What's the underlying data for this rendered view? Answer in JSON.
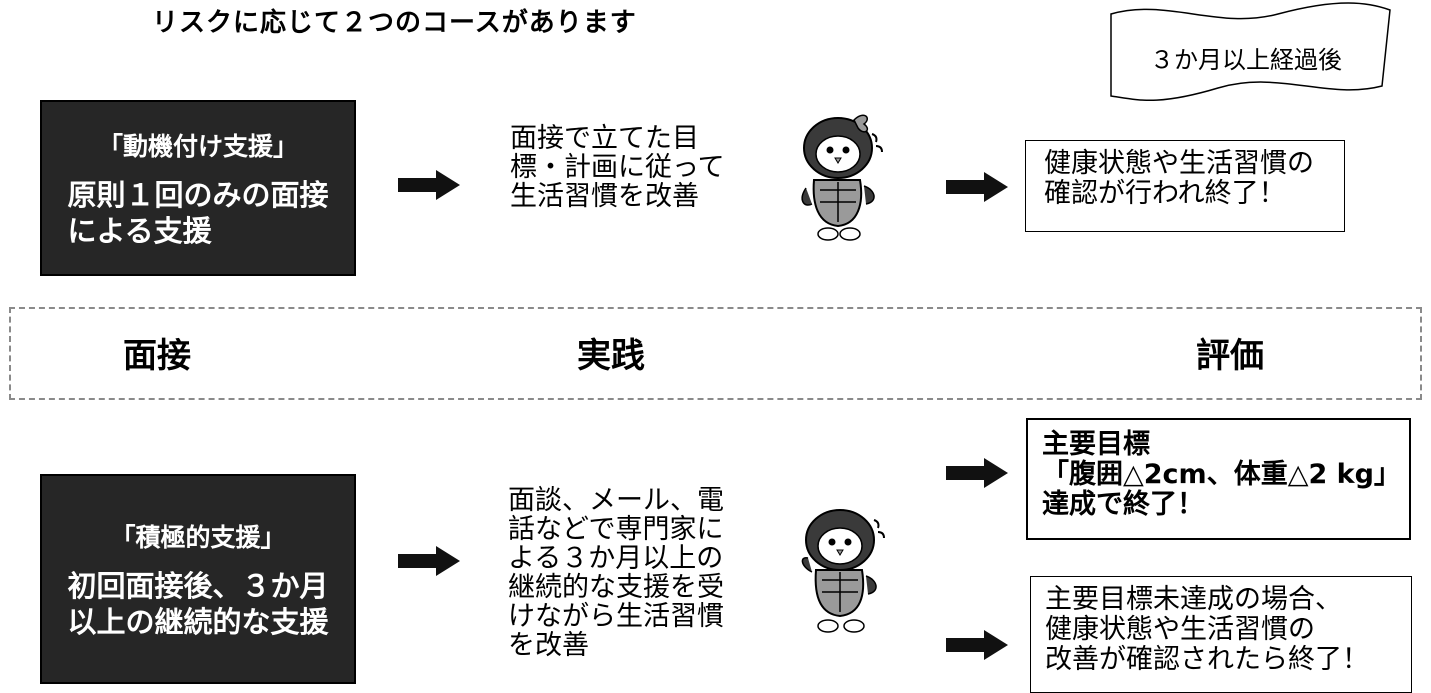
{
  "header": "リスクに応じて２つのコースがあります",
  "banner": "３か月以上経過後",
  "course_motivation": {
    "title": "「動機付け支援」",
    "body": [
      "原則１回のみの面接",
      "による支援"
    ],
    "practice": [
      "面接で立てた目",
      "標・計画に従って",
      "生活習慣を改善"
    ],
    "result": [
      "健康状態や生活習慣の",
      "確認が行われ終了！"
    ]
  },
  "phases": {
    "interview": "面接",
    "practice": "実践",
    "evaluation": "評価"
  },
  "course_active": {
    "title": "「積極的支援」",
    "body": [
      "初回面接後、３か月",
      "以上の継続的な支援"
    ],
    "practice": [
      "面談、メール、電",
      "話などで専門家に",
      "よる３か月以上の",
      "継続的な支援を受",
      "けながら生活習慣",
      "を改善"
    ],
    "result_achieved": [
      "主要目標",
      "「腹囲△2cm、体重△2 kg」",
      "達成で終了！"
    ],
    "result_not_achieved": [
      "主要目標未達成の場合、",
      "健康状態や生活習慣の",
      "改善が確認されたら終了！"
    ]
  },
  "colors": {
    "dark_box": "#262626",
    "divider": "#8a8a8a",
    "mascot_dark": "#3a3a3a",
    "mascot_mid": "#9a9a9a"
  }
}
